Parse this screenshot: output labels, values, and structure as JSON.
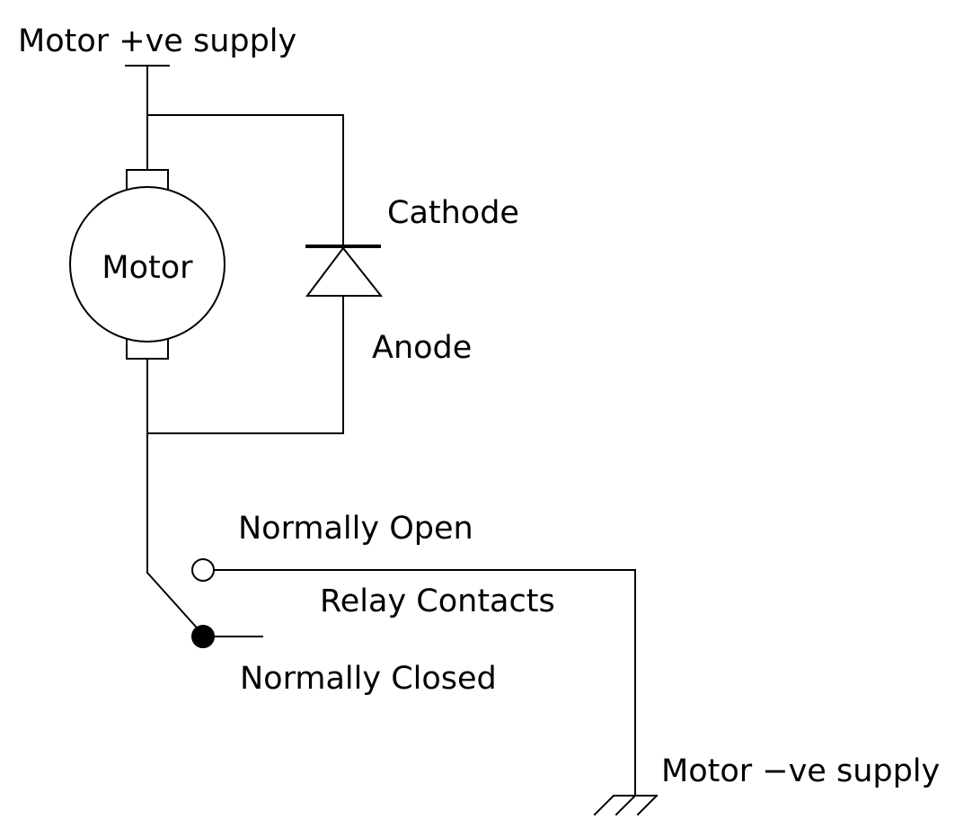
{
  "labels": {
    "positive_supply": "Motor +ve supply",
    "motor": "Motor",
    "cathode": "Cathode",
    "anode": "Anode",
    "normally_open": "Normally Open",
    "relay_contacts": "Relay Contacts",
    "normally_closed": "Normally Closed",
    "negative_supply": "Motor −ve supply"
  },
  "colors": {
    "line": "#000000",
    "background": "#ffffff"
  }
}
